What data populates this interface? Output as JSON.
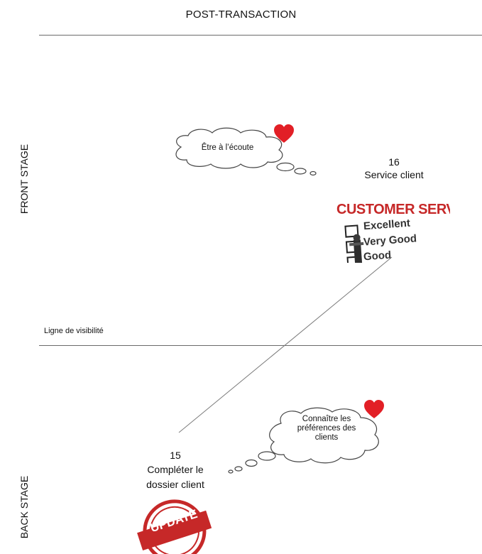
{
  "header": {
    "phase": "POST-TRANSACTION"
  },
  "lanes": {
    "front": "FRONT STAGE",
    "back": "BACK STAGE"
  },
  "visibility_line": "Ligne de visibilité",
  "steps": [
    {
      "number": "16",
      "label": "Service client"
    },
    {
      "number": "15",
      "label_line1": "Compléter le",
      "label_line2": "dossier client"
    }
  ],
  "thoughts": {
    "listen": "Être à l’écoute",
    "prefs_line1": "Connaître les",
    "prefs_line2": "préférences des",
    "prefs_line3": "clients"
  },
  "customer_service_image": {
    "title": "CUSTOMER SERVICE",
    "options": [
      "Excellent",
      "Very Good",
      "Good"
    ]
  },
  "update_stamp": {
    "text": "UPDATE"
  },
  "colors": {
    "heart": "#e21f26",
    "stamp": "#c62828",
    "line": "#6a6a6a"
  }
}
